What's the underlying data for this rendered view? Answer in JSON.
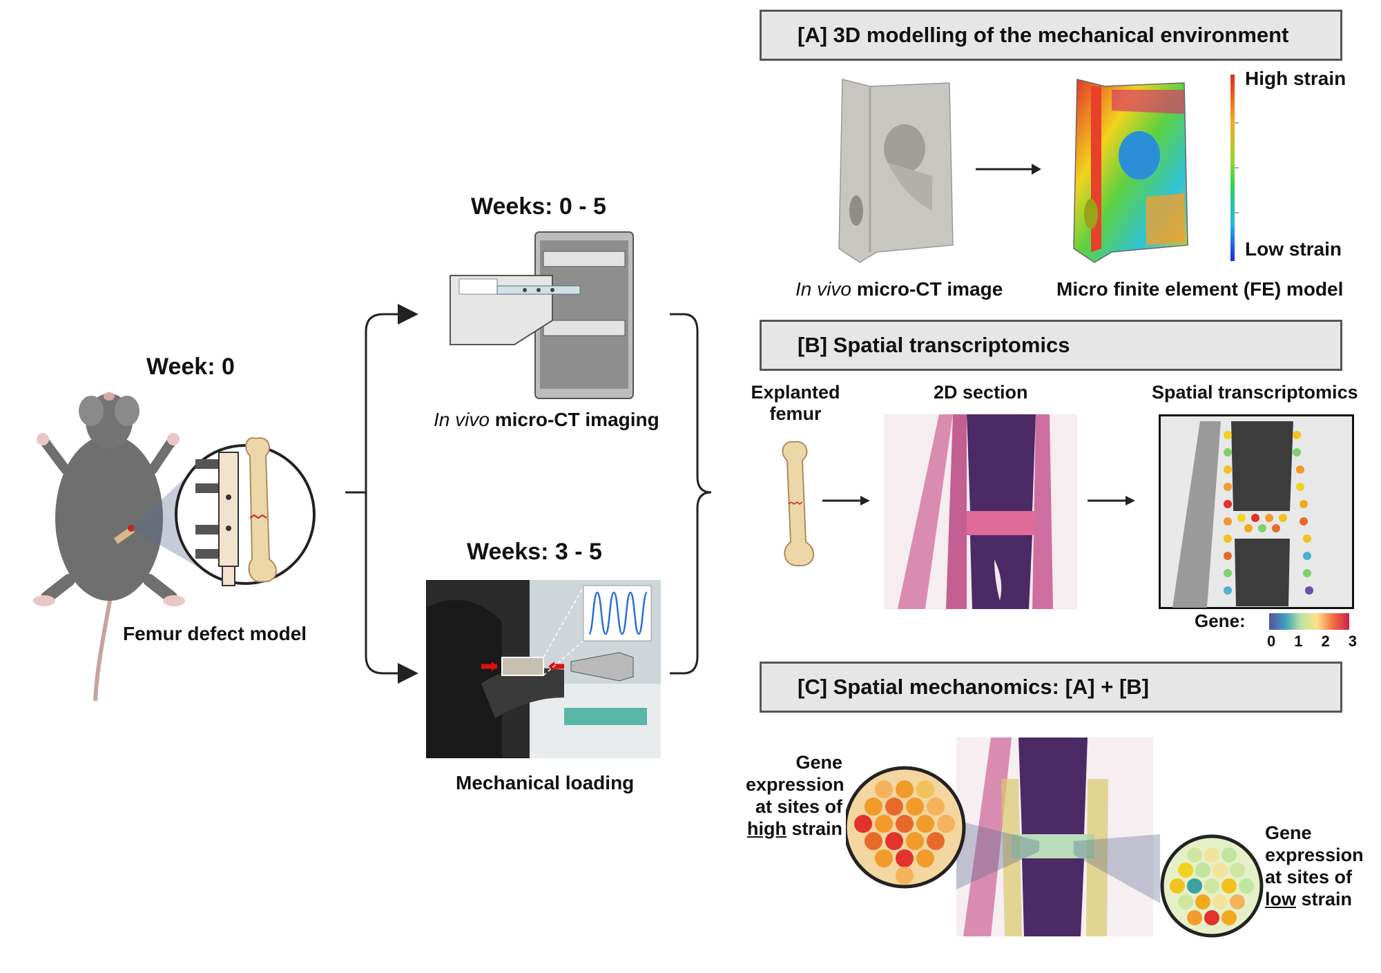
{
  "left": {
    "week_label": "Week:  0",
    "model_caption": "Femur defect model"
  },
  "middle": {
    "ct_weeks": "Weeks: 0 - 5",
    "ct_caption_italic": "In vivo",
    "ct_caption_rest": " micro-CT imaging",
    "load_weeks": "Weeks: 3 - 5",
    "load_caption": "Mechanical loading"
  },
  "panel_a": {
    "title": "[A] 3D modelling of the mechanical environment",
    "ct_caption_italic": "In vivo",
    "ct_caption_rest": " micro-CT image",
    "fe_caption": "Micro finite element (FE) model",
    "scale_high": "High strain",
    "scale_low": "Low strain"
  },
  "panel_b": {
    "title": "[B] Spatial transcriptomics",
    "femur_label_1": "Explanted",
    "femur_label_2": "femur",
    "section_label": "2D section",
    "st_label": "Spatial transcriptomics",
    "gene_label": "Gene:",
    "gene_ticks": [
      "0",
      "1",
      "2",
      "3"
    ]
  },
  "panel_c": {
    "title": "[C] Spatial mechanomics: [A] + [B]",
    "high_lines": [
      "Gene",
      "expression",
      "at sites of"
    ],
    "high_underlined": "high",
    "high_rest": " strain",
    "low_lines": [
      "Gene",
      "expression",
      "at sites of"
    ],
    "low_underlined": "low",
    "low_rest": " strain"
  },
  "colors": {
    "banner_fill": "#e6e6e6",
    "banner_border": "#555555",
    "mouse_gray": "#6f6f6f",
    "bone": "#ecd7a9",
    "he_pink": "#d98cb0",
    "he_purple": "#4b2a66"
  }
}
